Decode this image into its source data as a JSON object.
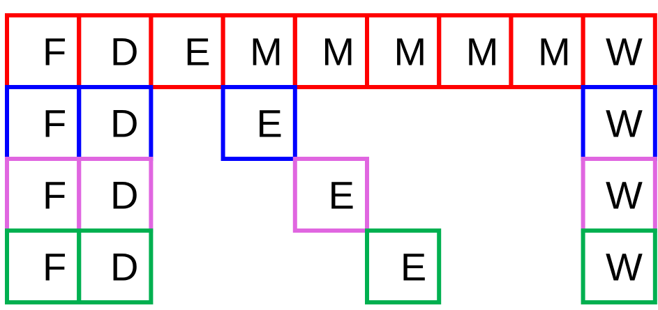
{
  "colors": {
    "red": "#ff0000",
    "blue": "#0000ff",
    "violet": "#e066e0",
    "green": "#00b050"
  },
  "rows": [
    {
      "color": "red",
      "cells": [
        {
          "col": 0,
          "label": "F"
        },
        {
          "col": 1,
          "label": "D"
        },
        {
          "col": 2,
          "label": "E"
        },
        {
          "col": 3,
          "label": "M"
        },
        {
          "col": 4,
          "label": "M"
        },
        {
          "col": 5,
          "label": "M"
        },
        {
          "col": 6,
          "label": "M"
        },
        {
          "col": 7,
          "label": "M"
        },
        {
          "col": 8,
          "label": "W"
        }
      ]
    },
    {
      "color": "blue",
      "cells": [
        {
          "col": 0,
          "label": "F"
        },
        {
          "col": 1,
          "label": "D"
        },
        {
          "col": 3,
          "label": "E"
        },
        {
          "col": 8,
          "label": "W"
        }
      ]
    },
    {
      "color": "violet",
      "cells": [
        {
          "col": 0,
          "label": "F"
        },
        {
          "col": 1,
          "label": "D"
        },
        {
          "col": 4,
          "label": "E"
        },
        {
          "col": 8,
          "label": "W"
        }
      ]
    },
    {
      "color": "green",
      "cells": [
        {
          "col": 0,
          "label": "F"
        },
        {
          "col": 1,
          "label": "D"
        },
        {
          "col": 5,
          "label": "E"
        },
        {
          "col": 8,
          "label": "W"
        }
      ]
    }
  ]
}
